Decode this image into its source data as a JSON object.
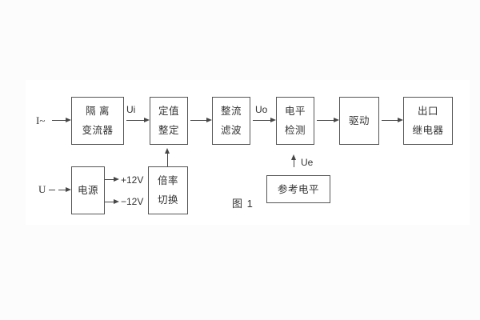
{
  "figure": {
    "caption": "图 1"
  },
  "inputs": {
    "current_input": "I~",
    "voltage_input": "U"
  },
  "signals": {
    "ui": "Ui",
    "uo": "Uo",
    "ue": "Ue",
    "plus12": "+12V",
    "minus12": "−12V"
  },
  "blocks": {
    "isolation": {
      "line1": "隔 离",
      "line2": "变流器"
    },
    "setting": {
      "line1": "定值",
      "line2": "整定"
    },
    "rectify": {
      "line1": "整流",
      "line2": "滤波"
    },
    "level": {
      "line1": "电平",
      "line2": "检测"
    },
    "drive": {
      "label": "驱动"
    },
    "outlet": {
      "line1": "出口",
      "line2": "继电器"
    },
    "power": {
      "label": "电源"
    },
    "ratio": {
      "line1": "倍率",
      "line2": "切换"
    },
    "reference": {
      "label": "参考电平"
    }
  },
  "colors": {
    "line": "#474747",
    "text": "#333333",
    "panel": "#ffffff",
    "page": "#fcfcfc"
  }
}
